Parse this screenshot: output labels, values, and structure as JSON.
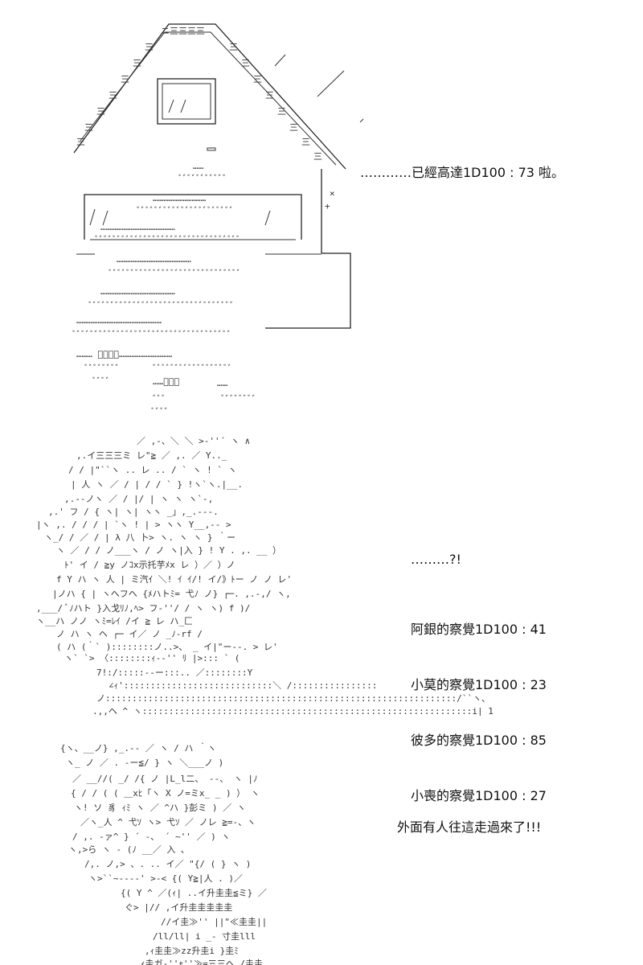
{
  "panels": [
    {
      "id": "house-scene",
      "caption": "…………已經高達1D100 : 73 啦。"
    },
    {
      "id": "character-crowd",
      "caption_lines": [
        "………?!",
        "阿銀的察覺1D100 : 41",
        "小莫的察覺1D100 : 23",
        "彼多的察覺1D100 : 85",
        "小喪的察覺1D100 : 27"
      ]
    },
    {
      "id": "character-close",
      "caption": "外面有人往這走過來了!!!"
    }
  ]
}
